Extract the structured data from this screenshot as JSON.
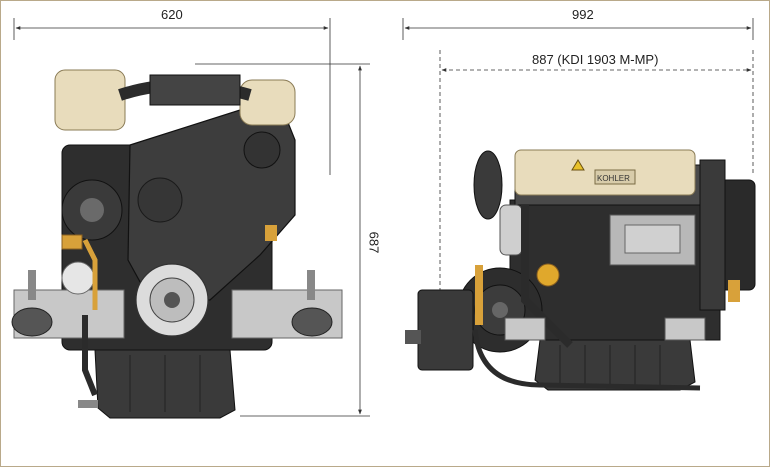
{
  "dimensions": {
    "front_width": "620",
    "side_length": "992",
    "side_inner_length": "887 (KDI 1903 M-MP)",
    "height": "687"
  },
  "colors": {
    "frame": "#b9a98a",
    "dimension_line": "#333333",
    "engine_dark": "#2b2b2b",
    "engine_mid": "#555555",
    "engine_cream": "#e8dcbc",
    "brass": "#d8a13a",
    "steel": "#b8b8b8"
  }
}
